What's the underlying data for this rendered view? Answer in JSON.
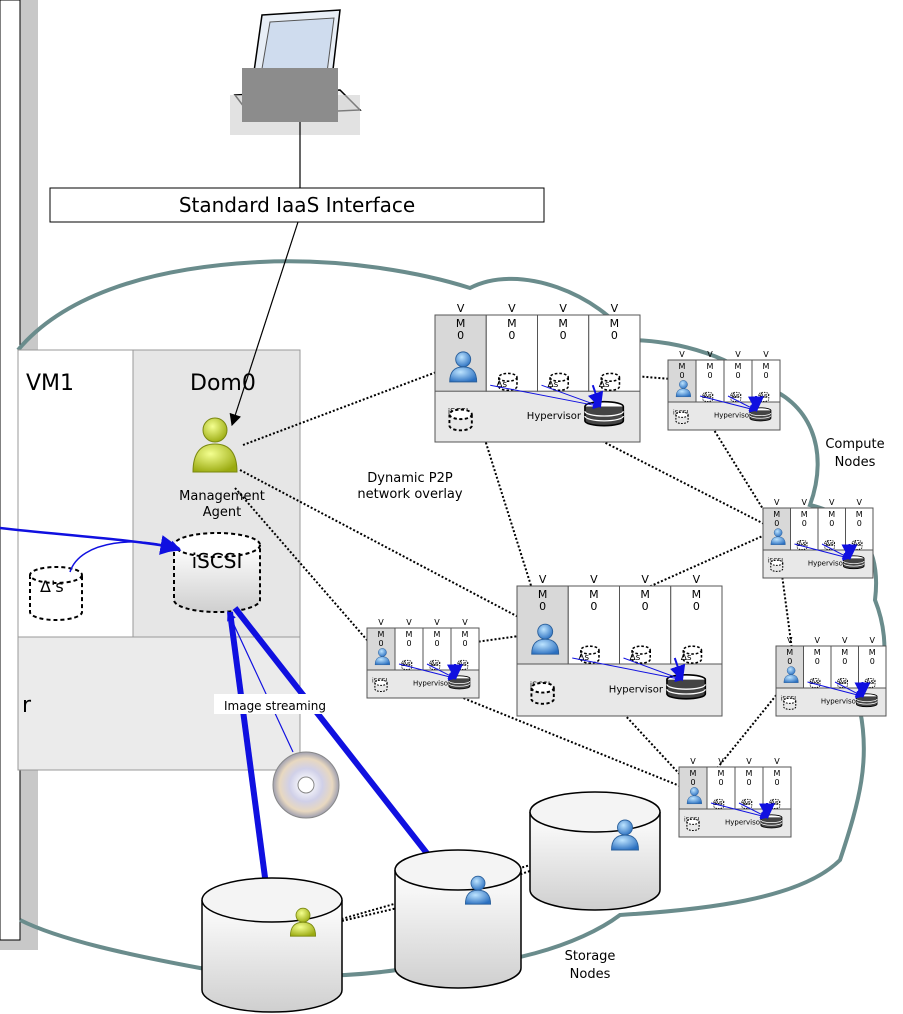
{
  "interface": {
    "label": "Standard IaaS Interface"
  },
  "host": {
    "vm_label": "VM1",
    "dom0_label": "Dom0",
    "agent_line1": "Management",
    "agent_line2": "Agent",
    "iscsi_label": "iSCSI",
    "deltas_label": "Δ's",
    "cut_label": "r"
  },
  "overlay_label_line1": "Dynamic P2P",
  "overlay_label_line2": "network overlay",
  "compute_nodes": {
    "line1": "Compute",
    "line2": "Nodes"
  },
  "storage_nodes": {
    "line1": "Storage",
    "line2": "Nodes"
  },
  "image_streaming": "Image streaming",
  "node_labels": {
    "v": "V",
    "m": "M",
    "zero": "0",
    "hypervisor": "Hypervisor",
    "iscsi": "iSCSI",
    "deltas": "Δs"
  },
  "colors": {
    "cloud_stroke": "#6a8c8c",
    "stream_blue": "#1010e0",
    "panel_gray": "#c8c8c8",
    "box_gray": "#e8e8e8",
    "agent_yellow": "#c8d820",
    "agent_blue": "#3a8fd8"
  },
  "icons": [
    "laptop-icon",
    "cd-icon",
    "management-agent-icon",
    "peer-agent-icon",
    "disk-icon"
  ]
}
